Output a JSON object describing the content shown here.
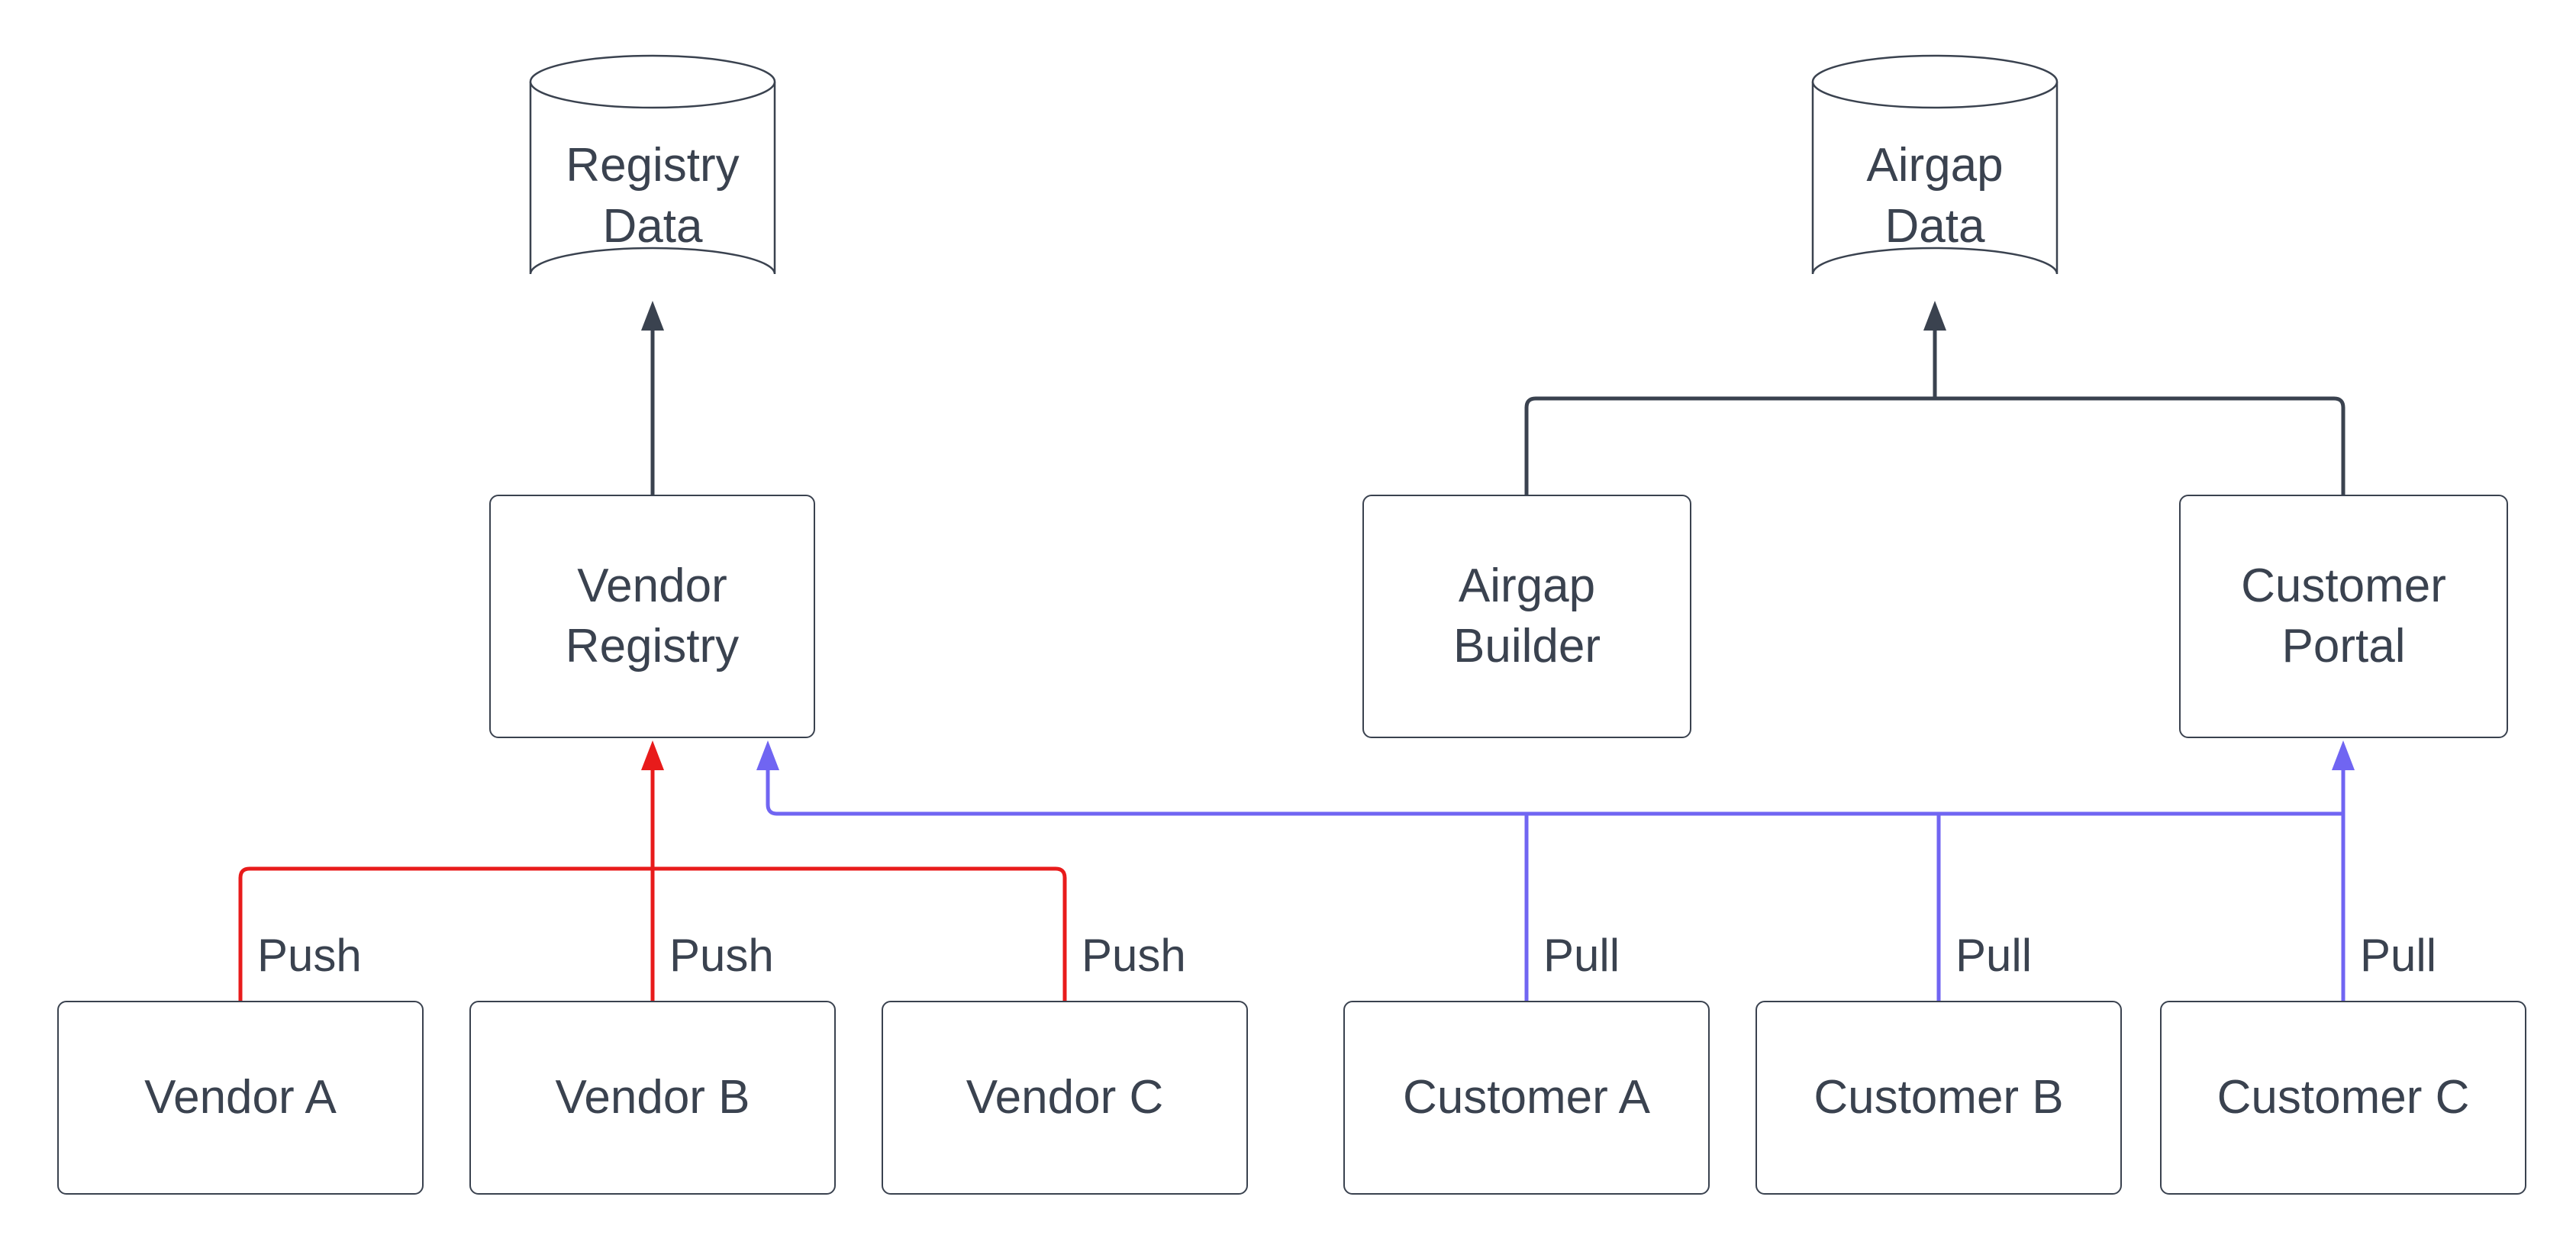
{
  "diagram": {
    "type": "flow-diagram",
    "nodes": [
      {
        "id": "registry-data",
        "label": "Registry Data",
        "shape": "cylinder"
      },
      {
        "id": "airgap-data",
        "label": "Airgap Data",
        "shape": "cylinder"
      },
      {
        "id": "vendor-registry",
        "label": "Vendor Registry",
        "shape": "box"
      },
      {
        "id": "airgap-builder",
        "label": "Airgap Builder",
        "shape": "box"
      },
      {
        "id": "customer-portal",
        "label": "Customer Portal",
        "shape": "box"
      },
      {
        "id": "vendor-a",
        "label": "Vendor A",
        "shape": "box"
      },
      {
        "id": "vendor-b",
        "label": "Vendor B",
        "shape": "box"
      },
      {
        "id": "vendor-c",
        "label": "Vendor C",
        "shape": "box"
      },
      {
        "id": "customer-a",
        "label": "Customer A",
        "shape": "box"
      },
      {
        "id": "customer-b",
        "label": "Customer B",
        "shape": "box"
      },
      {
        "id": "customer-c",
        "label": "Customer C",
        "shape": "box"
      }
    ],
    "edges": [
      {
        "from": "Vendor Registry",
        "to": "Registry Data",
        "label": "",
        "color": "dark"
      },
      {
        "from": "Airgap Builder",
        "to": "Airgap Data",
        "label": "",
        "color": "dark"
      },
      {
        "from": "Customer Portal",
        "to": "Airgap Data",
        "label": "",
        "color": "dark"
      },
      {
        "from": "Vendor A",
        "to": "Vendor Registry",
        "label": "Push",
        "color": "red"
      },
      {
        "from": "Vendor B",
        "to": "Vendor Registry",
        "label": "Push",
        "color": "red"
      },
      {
        "from": "Vendor C",
        "to": "Vendor Registry",
        "label": "Push",
        "color": "red"
      },
      {
        "from": "Customer A",
        "to": "Vendor Registry",
        "label": "Pull",
        "color": "blue"
      },
      {
        "from": "Customer B",
        "to": "Vendor Registry",
        "label": "Pull",
        "color": "blue"
      },
      {
        "from": "Customer C",
        "to": "Vendor Registry",
        "label": "Pull",
        "color": "blue"
      },
      {
        "from": "Customer C",
        "to": "Customer Portal",
        "label": "Pull",
        "color": "blue"
      }
    ],
    "colors": {
      "dark": "#3a424f",
      "push_red": "#e81b1b",
      "pull_blue": "#7065f2",
      "node_fill": "#ffffff",
      "bg": "#ffffff"
    }
  }
}
